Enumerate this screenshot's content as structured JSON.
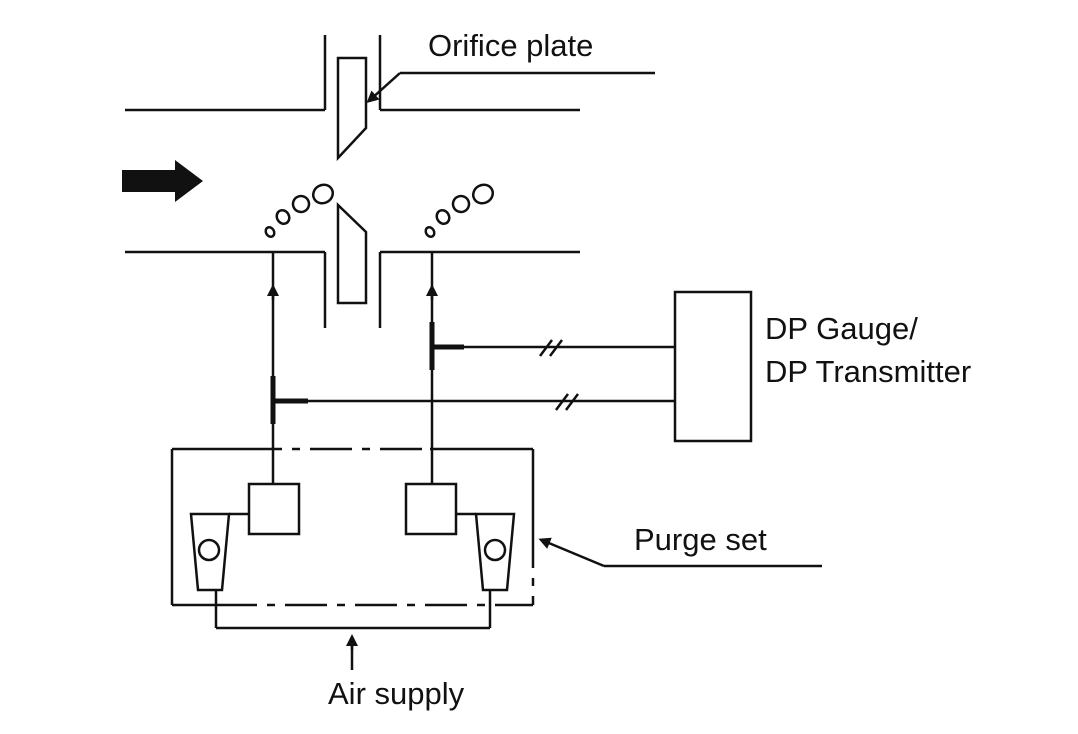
{
  "labels": {
    "orifice_plate": "Orifice plate",
    "dp_gauge_line1": "DP Gauge/",
    "dp_gauge_line2": "DP Transmitter",
    "purge_set": "Purge set",
    "air_supply": "Air supply"
  },
  "colors": {
    "line": "#111111",
    "background": "#ffffff"
  },
  "icons": {
    "flow_direction": "flow-arrow-icon"
  }
}
